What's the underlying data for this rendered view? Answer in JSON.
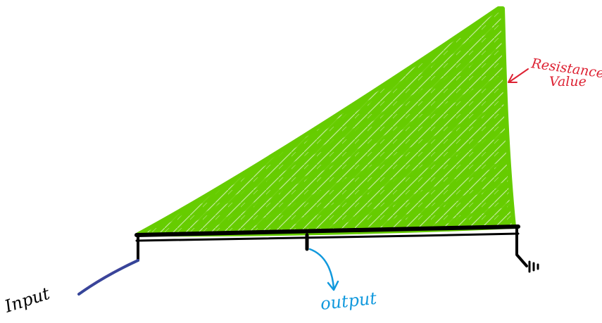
{
  "labels": {
    "resistance_line1": "Resistance",
    "resistance_line2": "Value",
    "input": "Input",
    "output": "output"
  },
  "colors": {
    "wedge": "#66cc00",
    "wire": "#000000",
    "resistance_label": "#dd2233",
    "output_label": "#1199dd",
    "input_gradient_start": "#cc44aa",
    "input_gradient_mid": "#334499",
    "input_gradient_end": "#66bb66"
  },
  "icons": {
    "ground": "ground-icon",
    "arrow": "arrow-icon"
  }
}
